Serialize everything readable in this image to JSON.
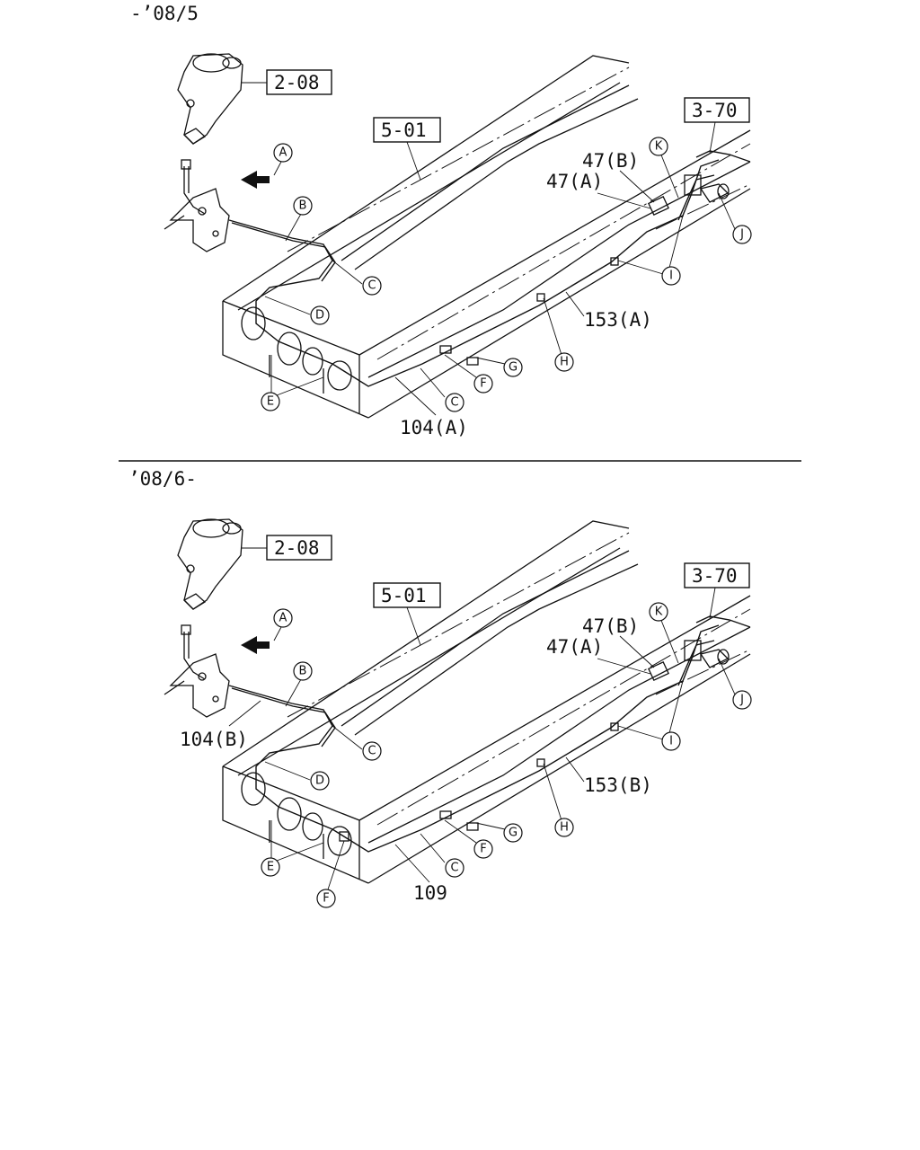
{
  "panels": [
    {
      "period": "-’08/5",
      "refs": {
        "reservoir": "2-08",
        "frame": "5-01",
        "valve": "3-70"
      },
      "parts": {
        "hose_47b": "47(B)",
        "hose_47a": "47(A)",
        "pipe_rear": "153(A)",
        "pipe_front": "104(A)"
      },
      "callouts": [
        "A",
        "B",
        "C",
        "D",
        "C",
        "E",
        "F",
        "G",
        "H",
        "I",
        "J",
        "K"
      ]
    },
    {
      "period": "’08/6-",
      "refs": {
        "reservoir": "2-08",
        "frame": "5-01",
        "valve": "3-70"
      },
      "parts": {
        "hose_47b": "47(B)",
        "hose_47a": "47(A)",
        "pipe_rear": "153(B)",
        "pipe_front": "109",
        "pipe_upper": "104(B)"
      },
      "callouts": [
        "A",
        "B",
        "C",
        "D",
        "C",
        "E",
        "F",
        "F",
        "G",
        "H",
        "I",
        "J",
        "K"
      ]
    }
  ]
}
